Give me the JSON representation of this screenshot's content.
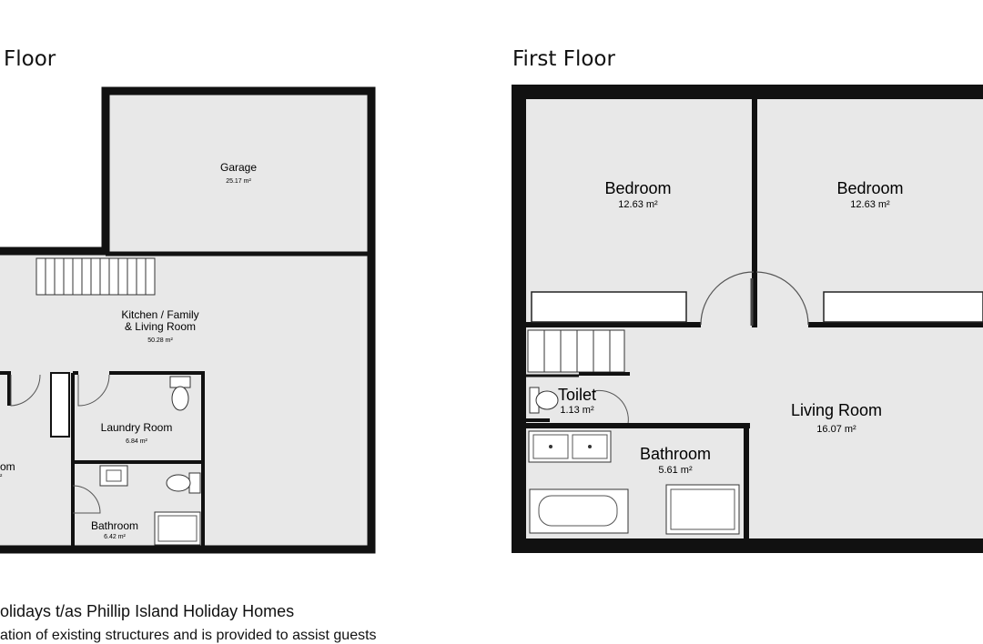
{
  "ground_floor": {
    "title": "Floor",
    "rooms": {
      "garage": {
        "name": "Garage",
        "area": "25.17 m²"
      },
      "kitchen": {
        "name_line1": "Kitchen / Family",
        "name_line2": "& Living Room",
        "area": "50.28 m²"
      },
      "laundry": {
        "name": "Laundry Room",
        "area": "6.84 m²"
      },
      "bathroom": {
        "name": "Bathroom",
        "area": "6.42 m²"
      },
      "partial_room": {
        "name": "om",
        "area": "²"
      }
    }
  },
  "first_floor": {
    "title": "First Floor",
    "rooms": {
      "bedroom_left": {
        "name": "Bedroom",
        "area": "12.63 m²"
      },
      "bedroom_right": {
        "name": "Bedroom",
        "area": "12.63 m²"
      },
      "toilet": {
        "name": "Toilet",
        "area": "1.13 m²"
      },
      "bathroom": {
        "name": "Bathroom",
        "area": "5.61 m²"
      },
      "living": {
        "name": "Living Room",
        "area": "16.07 m²"
      }
    }
  },
  "footer": {
    "line1": "olidays t/as Phillip Island Holiday Homes",
    "line2": "ation of existing structures and is provided to assist guests"
  },
  "colors": {
    "floor_fill": "#e8e8e8",
    "wall": "#111111",
    "fixture": "#ffffff"
  }
}
